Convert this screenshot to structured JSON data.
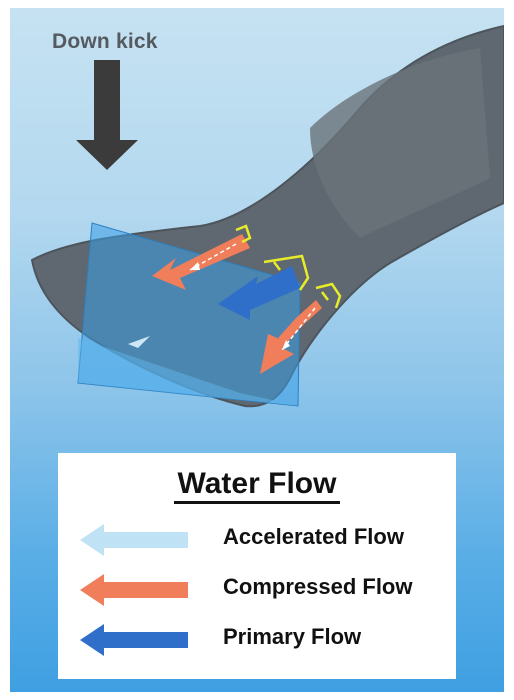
{
  "annotation": {
    "label": "Down kick"
  },
  "legend": {
    "title": "Water Flow",
    "items": [
      {
        "label": "Accelerated Flow",
        "color": "#bfe2f5"
      },
      {
        "label": "Compressed Flow",
        "color": "#f07e5a"
      },
      {
        "label": "Primary Flow",
        "color": "#2f6ec9"
      }
    ]
  },
  "colors": {
    "fin": "#5f6870",
    "fin_shadow": "#4c545c",
    "blade_overlay": "#3a9fe6",
    "highlight": "#e6ec2a",
    "kick_arrow": "#3b3b3b"
  }
}
